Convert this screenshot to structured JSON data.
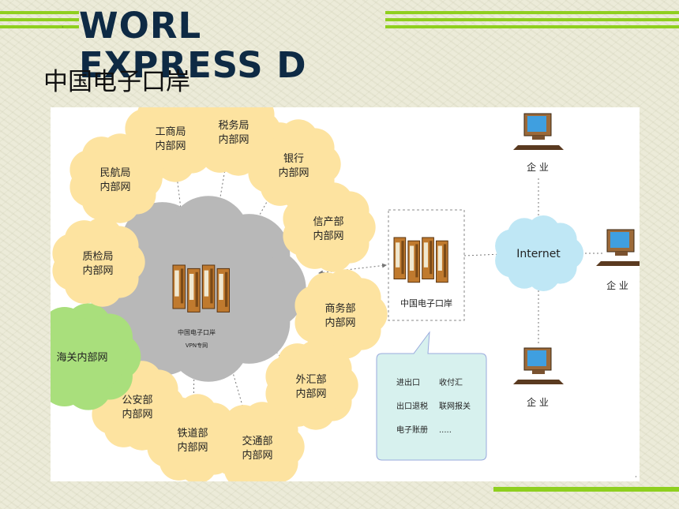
{
  "header": {
    "title_en": "WORL EXPRESS D",
    "title_cn": "中国电子口岸"
  },
  "diagram": {
    "departments": [
      {
        "id": "gongshang",
        "label": [
          "工商局",
          "内部网"
        ]
      },
      {
        "id": "shuiwu",
        "label": [
          "税务局",
          "内部网"
        ]
      },
      {
        "id": "yinhang",
        "label": [
          "银行",
          "内部网"
        ]
      },
      {
        "id": "xinchan",
        "label": [
          "信产部",
          "内部网"
        ]
      },
      {
        "id": "shangwu",
        "label": [
          "商务部",
          "内部网"
        ]
      },
      {
        "id": "waihui",
        "label": [
          "外汇部",
          "内部网"
        ]
      },
      {
        "id": "jiaotong",
        "label": [
          "交通部",
          "内部网"
        ]
      },
      {
        "id": "tiedao",
        "label": [
          "铁道部",
          "内部网"
        ]
      },
      {
        "id": "gongan",
        "label": [
          "公安部",
          "内部网"
        ]
      },
      {
        "id": "haiguan",
        "label": [
          "海关内部网"
        ]
      },
      {
        "id": "zhijian",
        "label": [
          "质检局",
          "内部网"
        ]
      },
      {
        "id": "minhang",
        "label": [
          "民航局",
          "内部网"
        ]
      }
    ],
    "center_cloud": {
      "line1": "中国电子口岸",
      "line2": "VPN专网"
    },
    "portal_label": "中国电子口岸",
    "internet_label": "Internet",
    "enterprise_label": "企 业",
    "services": [
      "进出口",
      "收付汇",
      "出口退税",
      "联网报关",
      "电子账册",
      "....."
    ],
    "colors": {
      "yellow_cloud": "#fde3a0",
      "green_cloud": "#a9df7c",
      "gray_cloud": "#b8b8b8",
      "blue_cloud": "#bfe7f5",
      "callout_bg": "#d7f1ee",
      "accent_green": "#8fcf1f"
    }
  }
}
